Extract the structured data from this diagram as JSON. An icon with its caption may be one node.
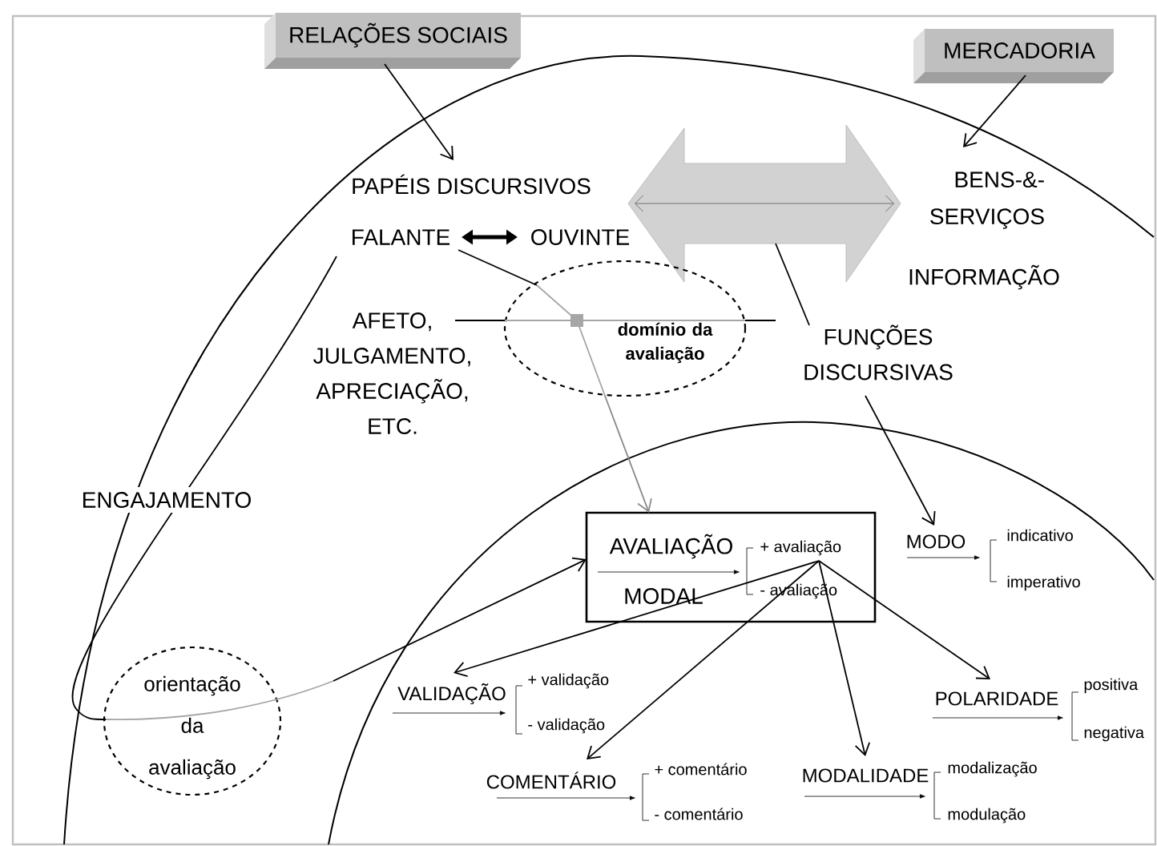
{
  "diagram": {
    "nodes": [
      {
        "text": [
          "RELAÇÕES SOCIAIS"
        ]
      },
      {
        "text": [
          "MERCADORIA"
        ]
      },
      {
        "text": [
          "PAPÉIS DISCURSIVOS"
        ]
      },
      {
        "text": [
          "FALANTE"
        ]
      },
      {
        "text": [
          "OUVINTE"
        ]
      },
      {
        "text": [
          "BENS-&-SERVIÇOS"
        ]
      },
      {
        "text": [
          "INFORMAÇÃO"
        ]
      },
      {
        "text": [],
        "shape": "arrow"
      },
      {
        "text": [
          "AFETO, JULGAMENTO, APRECIAÇÃO, ETC."
        ]
      },
      {
        "text": [
          "domínio da avaliação"
        ]
      },
      {
        "text": [
          "FUNÇÕES DISCURSIVAS"
        ]
      },
      {
        "text": [
          "AVALIAÇÃO",
          "MODAL",
          "+ avaliação",
          "- avaliação"
        ]
      },
      {
        "text": [
          "MODO",
          "indicativo",
          "imperativo"
        ]
      },
      {
        "text": [
          "orientação da avaliação"
        ]
      },
      {
        "text": [
          "VALIDAÇÃO",
          "+ validação",
          "- validação"
        ]
      },
      {
        "text": [
          "POLARIDADE",
          "positiva",
          "negativa"
        ]
      },
      {
        "text": [
          "COMENTÁRIO",
          "+ comentário",
          "- comentário"
        ]
      },
      {
        "text": [
          "MODALIDADE",
          "modalização",
          "modulação"
        ]
      }
    ],
    "edges": [
      {
        "from": 0,
        "to": 2,
        "arrow": "to"
      },
      {
        "from": 1,
        "to": 5,
        "arrow": "to"
      },
      {
        "from": 3,
        "to": 4,
        "arrow": "both",
        "style": "thick"
      },
      {
        "from": 10,
        "to": 7,
        "arrow": "none"
      },
      {
        "from": 3,
        "to": 9,
        "arrow": "none"
      },
      {
        "from": 9,
        "to": 11,
        "arrow": "to",
        "color": "#8a8a8a"
      },
      {
        "from": 8,
        "to": 9,
        "arrow": "none"
      },
      {
        "from": 9,
        "to": 10,
        "arrow": "none"
      },
      {
        "from": 3,
        "to": 13,
        "arrow": "none",
        "label": "ENGAJAMENTO"
      },
      {
        "from": 13,
        "to": 11,
        "arrow": "to"
      },
      {
        "from": 11,
        "to": 14,
        "arrow": "to"
      },
      {
        "from": 11,
        "to": 16,
        "arrow": "to"
      },
      {
        "from": 11,
        "to": 17,
        "arrow": "to"
      },
      {
        "from": 11,
        "to": 15,
        "arrow": "to"
      },
      {
        "from": 10,
        "to": 12,
        "arrow": "to"
      }
    ]
  }
}
